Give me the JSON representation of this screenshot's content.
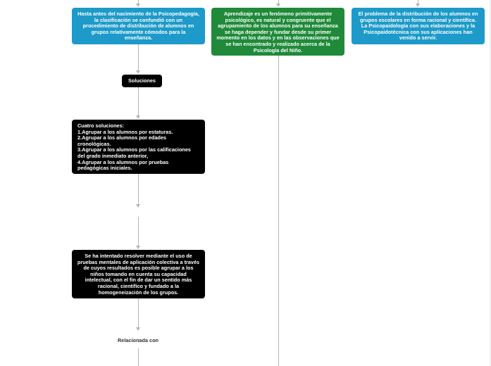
{
  "nodes": {
    "blue_left": "Hasta antes del nacimiento de la Psicopedagogía, la clasificación se confundió con un procedimiento de distribución de alumnos en grupos relativamente cómodos para la enseñanza.",
    "green_center": "Aprendizaje es un fenómeno primitivamente psicológico, es natural y congruente que el agrupamiento de los alumnos para su enseñanza se haga depender y fundar desde su primer momento en los datos y en las observaciones que se han encontrado y realizado acerca de la Psicología del Niño.",
    "blue_right": "El problema de la distribución de los alumnos en grupos escolares en forma racional y científica. La Psicopaidología con sus elaboraciones y la Psicopaidotécnica con sus aplicaciones han venido a servir.",
    "soluciones": "Soluciones",
    "cuatro_soluciones": "Cuatro soluciones:\n1.Agrupar a los alumnos por estaturas.\n2.Agrupar a los alumnos por edades cronológicas.\n3.Agrupar a los alumnos por las calificaciones del grado inmediato anterior,\n4.Agrupar a los alumnos por pruebas pedagógicas iniciales.",
    "pruebas_mentales": "Se ha intentado resolver mediante el uso de pruebas mentales de aplicación colectiva a través de cuyos resultados es posible agrupar a los niños tomando en cuenta su capacidad intelectual, con el fin de dar un sentido más racional, científico y fundado a la homogeneización de los grupos."
  },
  "labels": {
    "relacionada_con": "Relacionada con"
  },
  "colors": {
    "blue": "#1d9ac9",
    "green": "#1f8a3a",
    "black": "#000000",
    "connector": "#b5b5b5"
  }
}
